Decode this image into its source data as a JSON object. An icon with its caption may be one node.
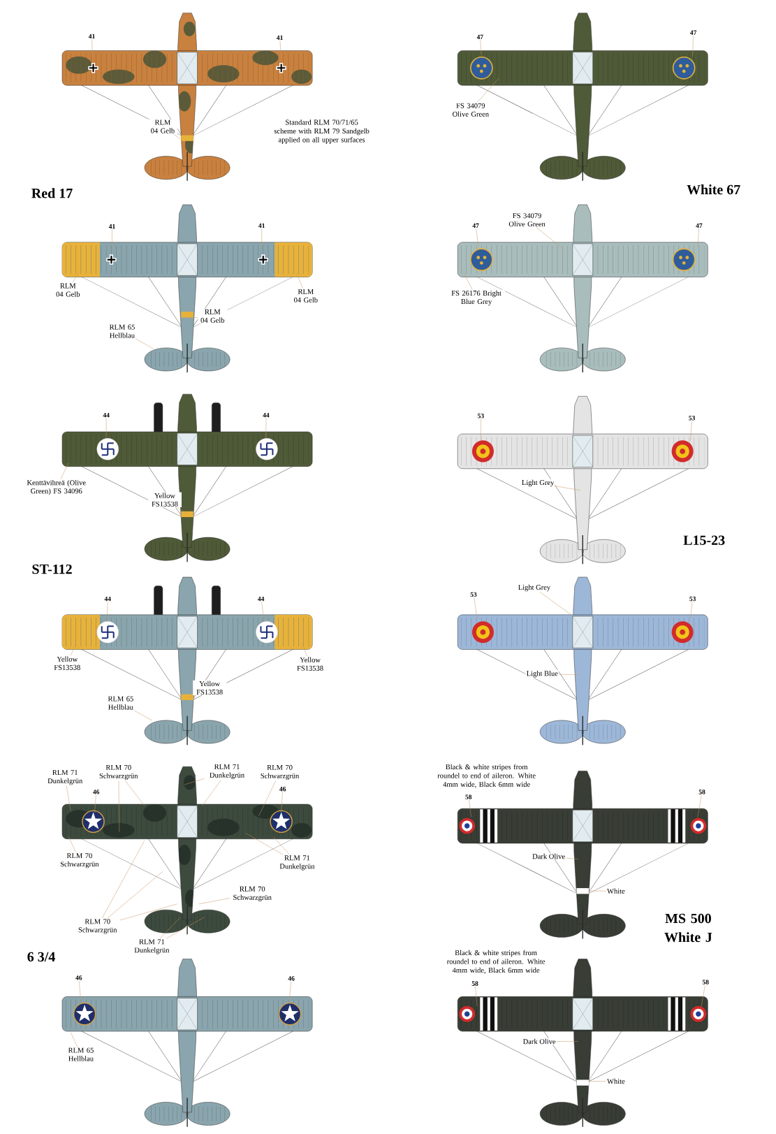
{
  "diagram": {
    "nodes": [
      {
        "text": [
          "41"
        ]
      },
      {
        "text": [
          "41"
        ]
      },
      {
        "text": [
          "RLM 04 Gelb"
        ]
      },
      {
        "text": [
          "47"
        ]
      },
      {
        "text": [
          "47"
        ]
      },
      {
        "text": [
          "FS 34079 Olive Green"
        ]
      },
      {
        "text": [
          "41"
        ]
      },
      {
        "text": [
          "41"
        ]
      },
      {
        "text": [
          "FS 34079 Olive Green"
        ]
      },
      {
        "text": [
          "47"
        ]
      },
      {
        "text": [
          "47"
        ]
      },
      {
        "text": [
          "RLM 04 Gelb"
        ]
      },
      {
        "text": [
          "RLM 04 Gelb"
        ]
      },
      {
        "text": [
          "RLM 04 Gelb"
        ]
      },
      {
        "text": [
          "RLM 65 Hellblau"
        ]
      },
      {
        "text": [
          "FS 26176 Bright Blue Grey"
        ]
      },
      {
        "text": [
          "44"
        ]
      },
      {
        "text": [
          "44"
        ]
      },
      {
        "text": [
          "53"
        ]
      },
      {
        "text": [
          "53"
        ]
      },
      {
        "text": [
          "Kenttävihreä (Olive Green) FS 34096"
        ]
      },
      {
        "text": [
          "Yellow FS13538"
        ]
      },
      {
        "text": [
          "Light Grey"
        ]
      },
      {
        "text": [
          "44"
        ]
      },
      {
        "text": [
          "44"
        ]
      },
      {
        "text": [
          "Light Grey"
        ]
      },
      {
        "text": [
          "53"
        ]
      },
      {
        "text": [
          "53"
        ]
      },
      {
        "text": [
          "Yellow FS13538"
        ]
      },
      {
        "text": [
          "Yellow FS13538"
        ]
      },
      {
        "text": [
          "Yellow FS13538"
        ]
      },
      {
        "text": [
          "Light Blue"
        ]
      },
      {
        "text": [
          "RLM 65 Hellblau"
        ]
      },
      {
        "text": [
          "RLM 71 Dunkelgrün"
        ]
      },
      {
        "text": [
          "RLM 70 Schwarzgrün"
        ]
      },
      {
        "text": [
          "RLM 71 Dunkelgrün"
        ]
      },
      {
        "text": [
          "RLM 70 Schwarzgrün"
        ]
      },
      {
        "text": [
          "46"
        ]
      },
      {
        "text": [
          "46"
        ]
      },
      {
        "text": [
          "58"
        ]
      },
      {
        "text": [
          "58"
        ]
      },
      {
        "text": [
          "RLM 70 Schwarzgrün"
        ]
      },
      {
        "text": [
          "RLM 71 Dunkelgrün"
        ]
      },
      {
        "text": [
          "Dark Olive"
        ]
      },
      {
        "text": [
          "White"
        ]
      },
      {
        "text": [
          "RLM 70 Schwarzgrün"
        ]
      },
      {
        "text": [
          "RLM 70 Schwarzgrün"
        ]
      },
      {
        "text": [
          "RLM 71 Dunkelgrün"
        ]
      },
      {
        "text": [
          "46"
        ]
      },
      {
        "text": [
          "46"
        ]
      },
      {
        "text": [
          "58"
        ]
      },
      {
        "text": [
          "58"
        ]
      },
      {
        "text": [
          "RLM 65 Hellblau"
        ]
      },
      {
        "text": [
          "Dark Olive"
        ]
      },
      {
        "text": [
          "White"
        ]
      }
    ],
    "edges": [
      {
        "from": 0,
        "to": null,
        "arrow": "none"
      },
      {
        "from": 1,
        "to": null,
        "arrow": "none"
      },
      {
        "from": 2,
        "to": null,
        "arrow": "none"
      },
      {
        "from": 3,
        "to": null,
        "arrow": "none"
      },
      {
        "from": 4,
        "to": null,
        "arrow": "none"
      },
      {
        "from": 5,
        "to": null,
        "arrow": "none"
      },
      {
        "from": 6,
        "to": null,
        "arrow": "none"
      },
      {
        "from": 7,
        "to": null,
        "arrow": "none"
      },
      {
        "from": 8,
        "to": null,
        "arrow": "none"
      },
      {
        "from": 9,
        "to": null,
        "arrow": "none"
      },
      {
        "from": 10,
        "to": null,
        "arrow": "none"
      },
      {
        "from": 11,
        "to": null,
        "arrow": "none"
      },
      {
        "from": 12,
        "to": null,
        "arrow": "none"
      },
      {
        "from": 13,
        "to": null,
        "arrow": "none"
      },
      {
        "from": 14,
        "to": null,
        "arrow": "none"
      },
      {
        "from": 15,
        "to": null,
        "arrow": "none"
      },
      {
        "from": 16,
        "to": null,
        "arrow": "none"
      },
      {
        "from": 17,
        "to": null,
        "arrow": "none"
      },
      {
        "from": 18,
        "to": null,
        "arrow": "none"
      },
      {
        "from": 19,
        "to": null,
        "arrow": "none"
      },
      {
        "from": 20,
        "to": null,
        "arrow": "none"
      },
      {
        "from": 21,
        "to": null,
        "arrow": "none"
      },
      {
        "from": 22,
        "to": null,
        "arrow": "none"
      },
      {
        "from": 23,
        "to": null,
        "arrow": "none"
      },
      {
        "from": 24,
        "to": null,
        "arrow": "none"
      },
      {
        "from": 25,
        "to": null,
        "arrow": "none"
      },
      {
        "from": 26,
        "to": null,
        "arrow": "none"
      },
      {
        "from": 27,
        "to": null,
        "arrow": "none"
      },
      {
        "from": 28,
        "to": null,
        "arrow": "none"
      },
      {
        "from": 29,
        "to": null,
        "arrow": "none"
      },
      {
        "from": 30,
        "to": null,
        "arrow": "none"
      },
      {
        "from": 31,
        "to": null,
        "arrow": "none"
      },
      {
        "from": 32,
        "to": null,
        "arrow": "none"
      },
      {
        "from": 33,
        "to": null,
        "arrow": "none"
      },
      {
        "from": 34,
        "to": null,
        "arrow": "none"
      },
      {
        "from": 34,
        "to": null,
        "arrow": "none"
      },
      {
        "from": 35,
        "to": null,
        "arrow": "none"
      },
      {
        "from": 35,
        "to": null,
        "arrow": "none"
      },
      {
        "from": 36,
        "to": null,
        "arrow": "none"
      },
      {
        "from": 37,
        "to": null,
        "arrow": "none"
      },
      {
        "from": 38,
        "to": null,
        "arrow": "none"
      },
      {
        "from": 39,
        "to": null,
        "arrow": "none"
      },
      {
        "from": 40,
        "to": null,
        "arrow": "none"
      },
      {
        "from": 41,
        "to": null,
        "arrow": "none"
      },
      {
        "from": 42,
        "to": null,
        "arrow": "none"
      },
      {
        "from": 42,
        "to": null,
        "arrow": "none"
      },
      {
        "from": 43,
        "to": null,
        "arrow": "none"
      },
      {
        "from": 44,
        "to": null,
        "arrow": "none"
      },
      {
        "from": 45,
        "to": null,
        "arrow": "none"
      },
      {
        "from": 46,
        "to": null,
        "arrow": "none"
      },
      {
        "from": 46,
        "to": null,
        "arrow": "none"
      },
      {
        "from": 46,
        "to": null,
        "arrow": "none"
      },
      {
        "from": 47,
        "to": null,
        "arrow": "none"
      },
      {
        "from": 47,
        "to": null,
        "arrow": "none"
      },
      {
        "from": 48,
        "to": null,
        "arrow": "none"
      },
      {
        "from": 49,
        "to": null,
        "arrow": "none"
      },
      {
        "from": 50,
        "to": null,
        "arrow": "none"
      },
      {
        "from": 51,
        "to": null,
        "arrow": "none"
      },
      {
        "from": 52,
        "to": null,
        "arrow": "none"
      },
      {
        "from": 53,
        "to": null,
        "arrow": "none"
      },
      {
        "from": 54,
        "to": null,
        "arrow": "none"
      }
    ],
    "labels": [
      "Standard RLM 70/71/65 scheme with RLM 79 Sandgelb applied on all upper surfaces",
      "White 67",
      "Red 17",
      "L15-23",
      "ST-112",
      "Black & white stripes from roundel to end of aileron. White 4mm wide, Black 6mm wide",
      "MS 500 White J",
      "6 3/4",
      "Black & white stripes from roundel to end of aileron. White 4mm wide, Black 6mm wide"
    ]
  }
}
